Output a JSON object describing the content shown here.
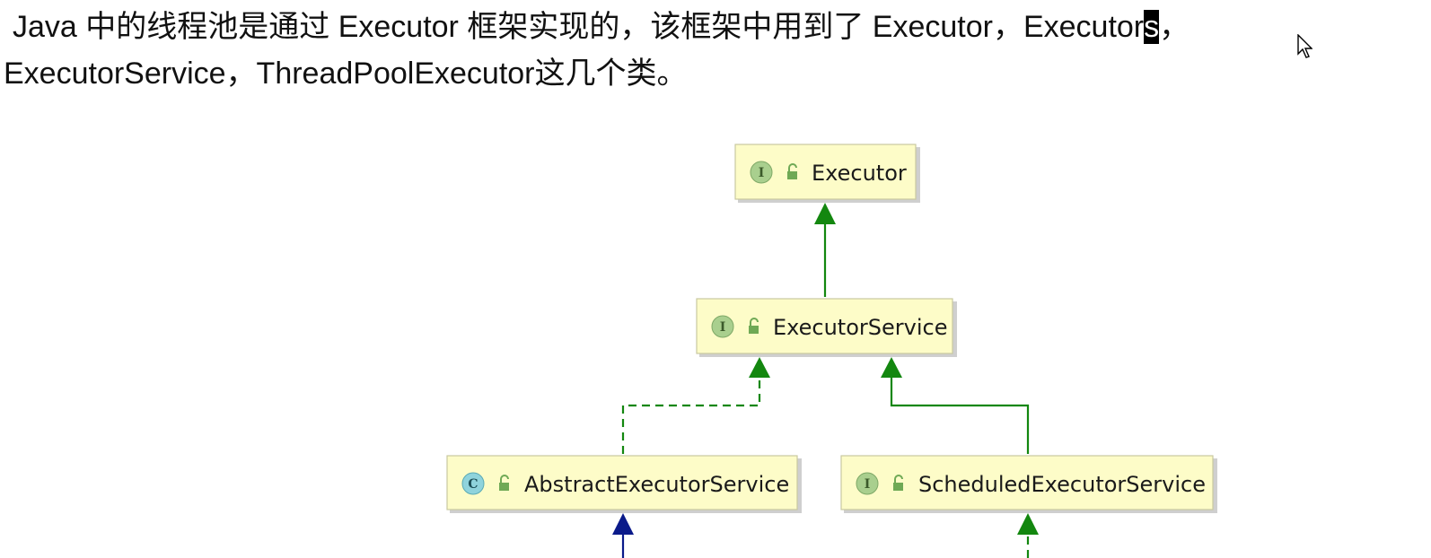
{
  "paragraph": {
    "line1": "Java 中的线程池是通过 Executor 框架实现的，该框架中用到了 Executor，Executor",
    "line1_selected": "s",
    "line1_end": "，",
    "line2": "ExecutorService，ThreadPoolExecutor这几个类。"
  },
  "diagram": {
    "nodes": {
      "executor": {
        "label": "Executor",
        "badge": "I"
      },
      "executor_service": {
        "label": "ExecutorService",
        "badge": "I"
      },
      "abstract_executor_service": {
        "label": "AbstractExecutorService",
        "badge": "C"
      },
      "scheduled_executor_service": {
        "label": "ScheduledExecutorService",
        "badge": "I"
      }
    },
    "edges": [
      {
        "from": "executor_service",
        "to": "executor",
        "style": "solid",
        "color": "#13870f"
      },
      {
        "from": "abstract_executor_service",
        "to": "executor_service",
        "style": "dashed",
        "color": "#13870f"
      },
      {
        "from": "scheduled_executor_service",
        "to": "executor_service",
        "style": "solid",
        "color": "#13870f"
      }
    ],
    "colors": {
      "interface_arrow": "#13870f",
      "class_arrow": "#0a1a8a",
      "node_fill": "#fdfcc8"
    }
  }
}
